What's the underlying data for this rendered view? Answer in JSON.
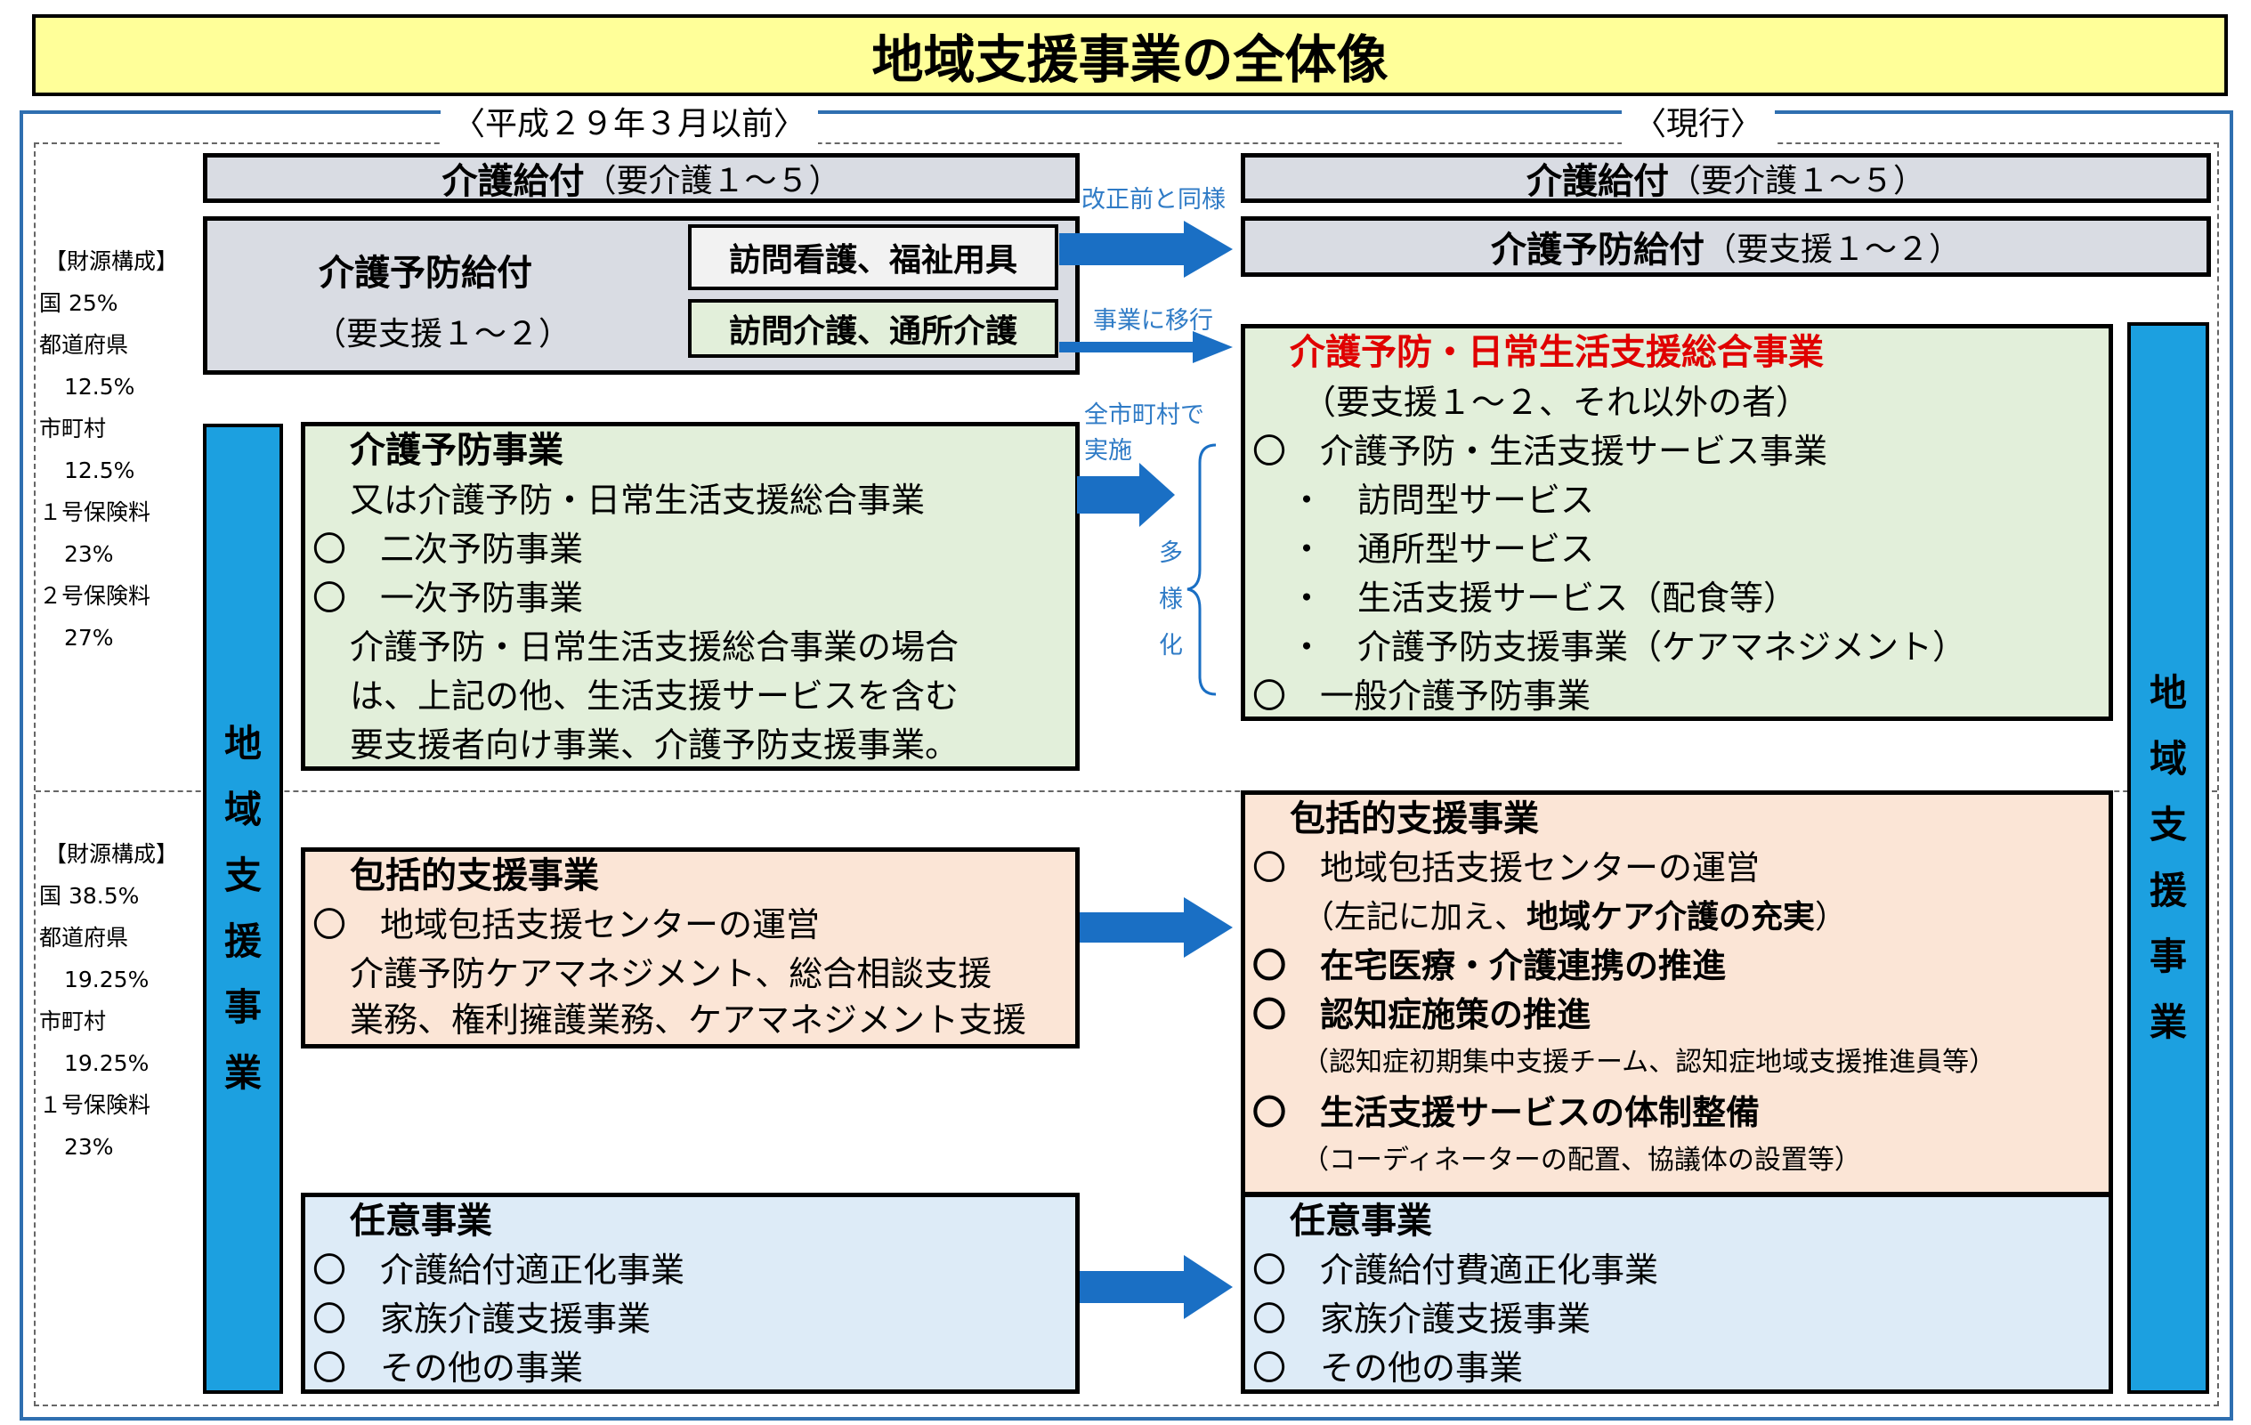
{
  "title": "地域支援事業の全体像",
  "left_header": "〈平成２９年３月以前〉",
  "right_header": "〈現行〉",
  "funding_upper": [
    "【財源構成】",
    "国 25%",
    "都道府県",
    "12.5%",
    "市町村",
    "12.5%",
    "１号保険料",
    "23%",
    "２号保険料",
    "27%"
  ],
  "funding_lower": [
    "【財源構成】",
    "国 38.5%",
    "都道府県",
    "19.25%",
    "市町村",
    "19.25%",
    "１号保険料",
    "23%"
  ],
  "left": {
    "kaigo_kyufu": {
      "main": "介護給付",
      "sub": "（要介護１～５）"
    },
    "yobo_kyufu": {
      "main": "介護予防給付",
      "sub": "（要支援１～２）",
      "box1": "訪問看護、福祉用具",
      "box2": "訪問介護、通所介護"
    },
    "bar_label": "地域支援事業",
    "yobo_jigyo": {
      "title": "介護予防事業",
      "lines": [
        "又は介護予防・日常生活支援総合事業",
        "〇　二次予防事業",
        "〇　一次予防事業",
        "介護予防・日常生活支援総合事業の場合",
        "は、上記の他、生活支援サービスを含む",
        "要支援者向け事業、介護予防支援事業。"
      ]
    },
    "houkatsu": {
      "title": "包括的支援事業",
      "lines": [
        "〇　地域包括支援センターの運営",
        "介護予防ケアマネジメント、総合相談支援",
        "業務、権利擁護業務、ケアマネジメント支援"
      ]
    },
    "nini": {
      "title": "任意事業",
      "lines": [
        "〇　介護給付適正化事業",
        "〇　家族介護支援事業",
        "〇　その他の事業"
      ]
    }
  },
  "arrows": {
    "same": "改正前と同様",
    "move": "事業に移行",
    "all1": "全市町村で",
    "all2": "実施",
    "diverse": [
      "多",
      "様",
      "化"
    ]
  },
  "right": {
    "kaigo_kyufu": {
      "main": "介護給付",
      "sub": "（要介護１～５）"
    },
    "yobo_kyufu": {
      "main": "介護予防給付",
      "sub": "（要支援１～２）"
    },
    "sogo": {
      "title": "介護予防・日常生活支援総合事業",
      "lines": [
        "（要支援１～２、それ以外の者）",
        "〇　介護予防・生活支援サービス事業",
        "・　訪問型サービス",
        "・　通所型サービス",
        "・　生活支援サービス（配食等）",
        "・　介護予防支援事業（ケアマネジメント）",
        "〇　一般介護予防事業"
      ]
    },
    "houkatsu": {
      "title": "包括的支援事業",
      "l1": "〇　地域包括支援センターの運営",
      "l2a": "（左記に加え、",
      "l2b": "地域ケア介護の充実",
      "l2c": "）",
      "l3": "〇　在宅医療・介護連携の推進",
      "l4": "〇　認知症施策の推進",
      "l5": "（認知症初期集中支援チーム、認知症地域支援推進員等）",
      "l6": "〇　生活支援サービスの体制整備",
      "l7": "（コーディネーターの配置、協議体の設置等）"
    },
    "nini": {
      "title": "任意事業",
      "lines": [
        "〇　介護給付費適正化事業",
        "〇　家族介護支援事業",
        "〇　その他の事業"
      ]
    },
    "bar_label": "地域支援事業"
  },
  "colors": {
    "arrow": "#1a6fc4",
    "bar": "#1ca0e0",
    "title_bg": "#ffff99"
  }
}
